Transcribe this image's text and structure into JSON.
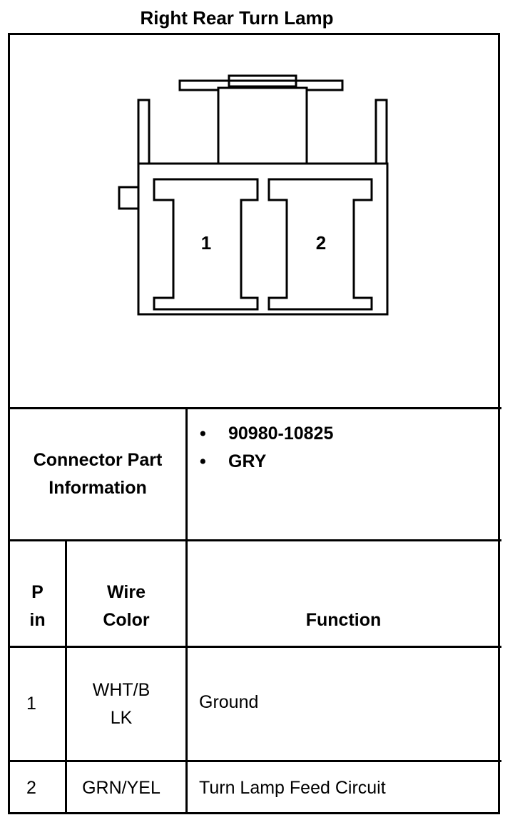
{
  "title": "Right Rear Turn Lamp",
  "connector": {
    "cavity_labels": [
      "1",
      "2"
    ]
  },
  "part_info": {
    "label_line1": "Connector Part",
    "label_line2": "Information",
    "items": [
      "90980-10825",
      "GRY"
    ]
  },
  "table": {
    "headers": {
      "pin_line1": "P",
      "pin_line2": "in",
      "wire_line1": "Wire",
      "wire_line2": "Color",
      "function": "Function"
    },
    "rows": [
      {
        "pin": "1",
        "wire_line1": "WHT/B",
        "wire_line2": "LK",
        "function": "Ground"
      },
      {
        "pin": "2",
        "wire_line1": "GRN/YEL",
        "wire_line2": "",
        "function": "Turn Lamp Feed Circuit"
      }
    ]
  }
}
